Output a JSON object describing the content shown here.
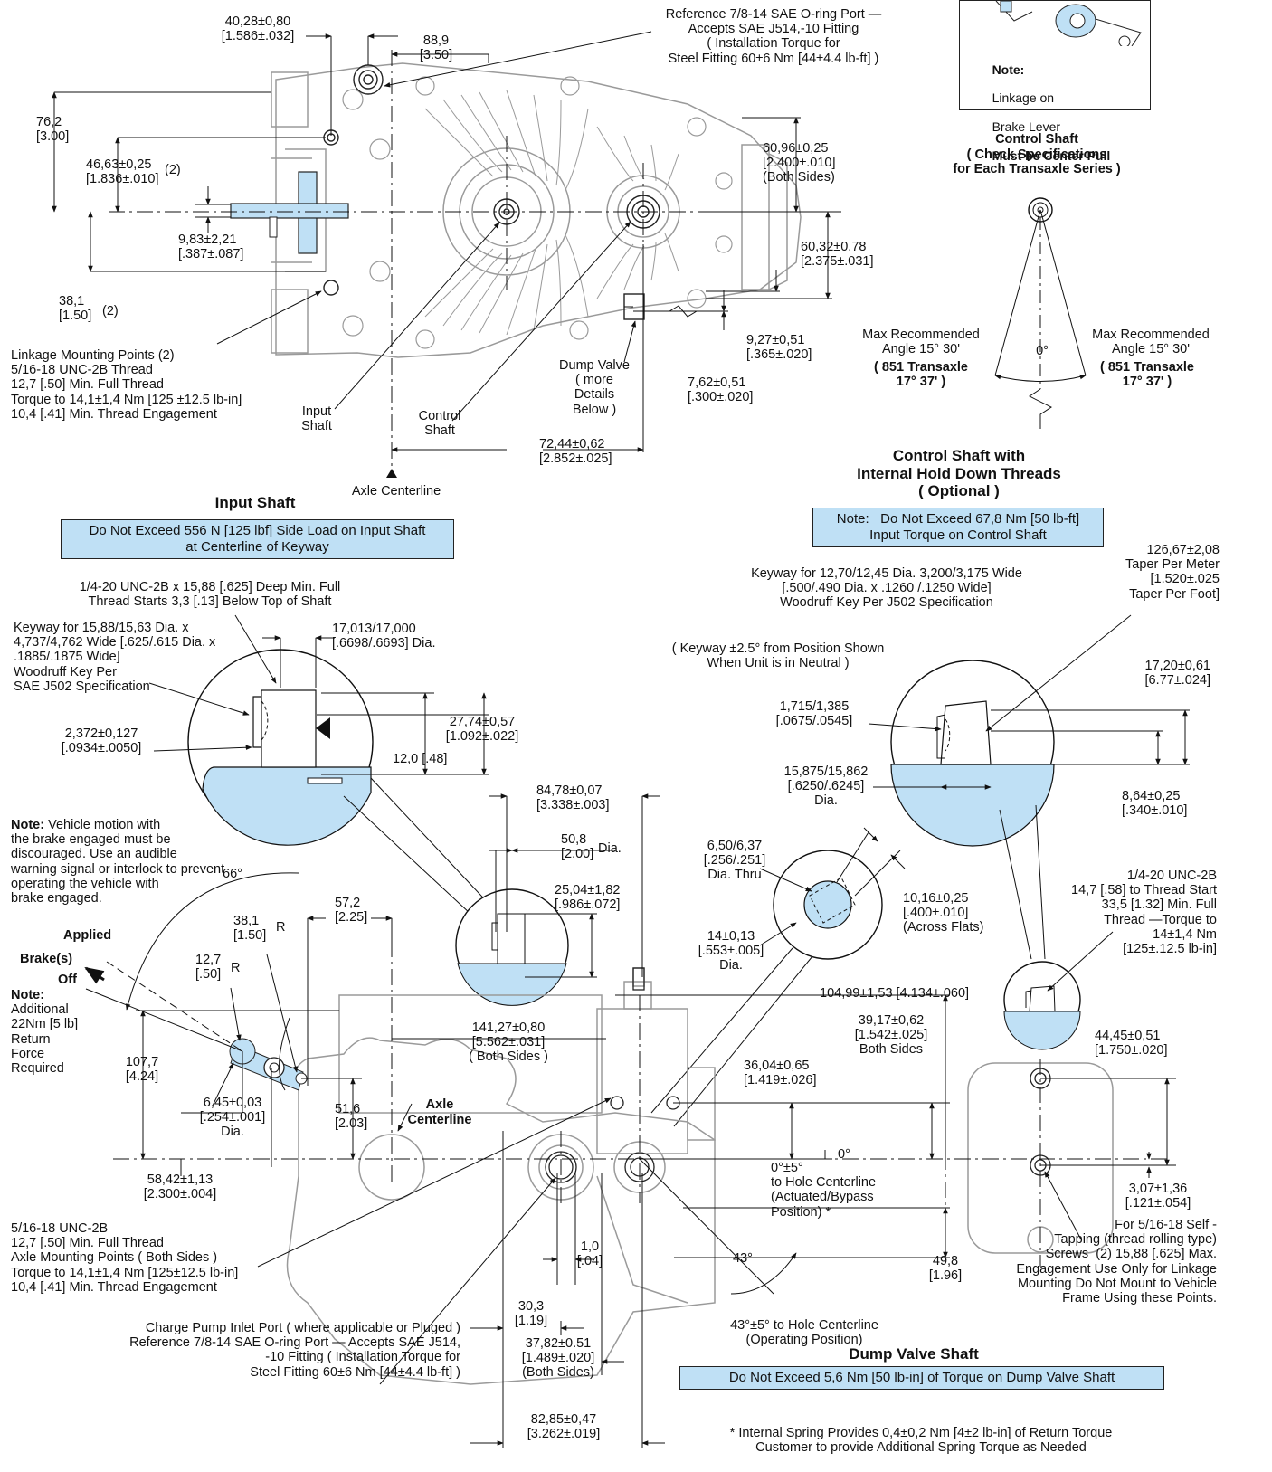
{
  "notes": {
    "brake_lever": [
      "Note:",
      "Linkage on",
      "Brake Lever",
      "Must be Center Pull"
    ],
    "brake_motion": "Note: Vehicle motion with\nthe brake engaged must be\ndiscouraged. Use an audible\nwarning signal or interlock to prevent\noperating the vehicle with\nbrake engaged.",
    "return_force": "Note:\nAdditional\n22Nm [5 lb]\nReturn\nForce\nRequired",
    "spring": "* Internal Spring Provides 0,4±0,2 Nm [4±2 lb-in] of Return Torque\nCustomer to provide Additional Spring Torque as Needed"
  },
  "headings": {
    "control_shaft": "Control Shaft\n( Check Specifications\nfor Each Transaxle Series )",
    "control_shaft_hold": "Control Shaft with\nInternal Hold Down Threads\n( Optional )",
    "input_shaft": "Input Shaft",
    "dump_valve_shaft": "Dump Valve Shaft",
    "axle_centerline_top": "Axle Centerline",
    "axle_centerline_bottom": "Axle\nCenterline"
  },
  "boxes": {
    "input_shaft": "Do Not Exceed 556 N [125 lbf] Side Load on Input Shaft\nat Centerline of Keyway",
    "control_shaft": "Note:   Do Not Exceed 67,8 Nm [50 lb-ft]\nInput Torque on Control Shaft",
    "dump_valve": "Do Not Exceed 5,6 Nm [50 lb-in] of Torque on Dump Valve Shaft"
  },
  "labels": {
    "d40_28": "40,28±0,80\n[1.586±.032]",
    "d88_9": "88,9\n[3.50]",
    "ref_port_top": "Reference 7/8-14 SAE O-ring Port —\nAccepts SAE J514,-10 Fitting\n( Installation Torque for\nSteel Fitting 60±6 Nm [44±4.4 lb-ft] )",
    "d76_2": "76,2\n[3.00]",
    "d46_63": "46,63±0,25\n[1.836±.010]",
    "two_a": "(2)",
    "d60_96": "60,96±0,25\n[2.400±.010]\n(Both Sides)",
    "d9_83": "9,83±2,21\n[.387±.087]",
    "d60_32": "60,32±0,78\n[2.375±.031]",
    "d38_1": "38,1\n[1.50]",
    "two_b": "(2)",
    "linkage_mount": "Linkage Mounting Points (2)\n5/16-18 UNC-2B Thread\n12,7 [.50] Min. Full Thread\nTorque to 14,1±1,4 Nm [125 ±12.5 lb-in]\n10,4 [.41] Min. Thread Engagement",
    "dump_valve": "Dump Valve\n( more\nDetails\nBelow )",
    "d9_27": "9,27±0,51\n[.365±.020]",
    "d7_62": "7,62±0,51\n[.300±.020]",
    "input_shaft": "Input\nShaft",
    "control_shaft": "Control\nShaft",
    "d72_44": "72,44±0,62\n[2.852±.025]",
    "max_angle_left": "Max Recommended\nAngle 15° 30'",
    "max_angle_left_b": "( 851 Transaxle\n17° 37' )",
    "max_angle_right": "Max Recommended\nAngle 15° 30'",
    "max_angle_right_b": "( 851 Transaxle\n17° 37' )",
    "zero_deg": "0°",
    "thread_14_20": "1/4-20 UNC-2B x 15,88 [.625] Deep Min. Full\nThread Starts 3,3 [.13] Below Top of Shaft",
    "keyway_input": "Keyway for 15,88/15,63 Dia. x\n4,737/4,762 Wide [.625/.615 Dia. x\n.1885/.1875 Wide]\nWoodruff Key Per\nSAE J502 Specification",
    "d17_013": "17,013/17,000\n[.6698/.6693] Dia.",
    "d2_372": "2,372±0,127\n[.0934±.0050]",
    "d27_74": "27,74±0,57\n[1.092±.022]",
    "d12_0": "12,0 [.48]",
    "keyway_control": "Keyway for 12,70/12,45 Dia. 3,200/3,175 Wide\n[.500/.490 Dia. x .1260 /.1250 Wide]\nWoodruff Key Per J502 Specification",
    "taper": "126,67±2,08\nTaper Per Meter\n[1.520±.025\nTaper Per Foot]",
    "keyway_pos": "( Keyway ±2.5° from Position Shown\nWhen Unit is in Neutral )",
    "d17_20": "17,20±0,61\n[6.77±.024]",
    "d1_715": "1,715/1,385\n[.0675/.0545]",
    "d15_875": "15,875/15,862\n[.6250/.6245]\nDia.",
    "d8_64": "8,64±0,25\n[.340±.010]",
    "d84_78": "84,78±0,07\n[3.338±.003]",
    "d50_8": "50,8\n[2.00]",
    "dia": "Dia.",
    "d25_04": "25,04±1,82\n[.986±.072]",
    "d6_50": "6,50/6,37\n[.256/.251]\nDia. Thru",
    "d10_16": "10,16±0,25\n[.400±.010]\n(Across Flats)",
    "d14": "14±0,13\n[.553±.005]\nDia.",
    "thread_14_20_b": "1/4-20 UNC-2B\n14,7 [.58] to Thread Start\n33,5 [1.32] Min. Full\nThread —Torque to\n14±1,4 Nm\n[125±.12.5 lb-in]",
    "a66": "66°",
    "d57_2": "57,2\n[2.25]",
    "d38_1r": "38,1\n[1.50]",
    "R1": "R",
    "d12_7": "12,7\n[.50]",
    "R2": "R",
    "applied": "Applied",
    "brakes": "Brake(s)",
    "off": "Off",
    "d107_7": "107,7\n[4.24]",
    "d141_27": "141,27±0,80\n[5.562±.031]\n( Both Sides )",
    "d104_99": "104,99±1,53 [4.134±.060]",
    "d39_17": "39,17±0,62\n[1.542±.025]\nBoth Sides",
    "d44_45": "44,45±0,51\n[1.750±.020]",
    "d6_45": "6,45±0,03\n[.254±.001]\nDia.",
    "d51_6": "51,6\n[2.03]",
    "d36_04": "36,04±0,65\n[1.419±.026]",
    "zero_b": "0°",
    "zero_hole": "0°±5°\nto Hole Centerline\n(Actuated/Bypass\nPosition) *",
    "d58_42": "58,42±1,13\n[2.300±.004]",
    "d3_07": "3,07±1,36\n[.121±.054]",
    "axle_mount": "5/16-18 UNC-2B\n12,7 [.50] Min. Full Thread\nAxle Mounting Points ( Both Sides )\nTorque to 14,1±1,4 Nm [125±12.5 lb-in]\n10,4 [.41] Min. Thread Engagement",
    "d1_0": "1,0\n[.04]",
    "a43": "43°",
    "d49_8": "49,8\n[1.96]",
    "self_tap": "For 5/16-18 Self -\nTapping (thread rolling type)\nScrews  (2) 15,88 [.625] Max.\nEngagement Use Only for Linkage\nMounting Do Not Mount to Vehicle\nFrame Using these Points.",
    "d30_3": "30,3\n[1.19]",
    "a43_hole": "43°±5° to Hole Centerline\n(Operating Position)",
    "charge_pump": "Charge Pump Inlet Port ( where applicable or Pluged )\nReference 7/8-14 SAE O-ring Port — Accepts SAE J514,\n-10 Fitting ( Installation Torque for\nSteel Fitting 60±6 Nm [44±4.4 lb-ft] )",
    "d37_82": "37,82±0.51\n[1.489±.020]\n(Both Sides)",
    "d82_85": "82,85±0,47\n[3.262±.019]"
  },
  "colors": {
    "accent": "#bfe0f5",
    "line": "#222222",
    "part": "#9a9a9a"
  }
}
